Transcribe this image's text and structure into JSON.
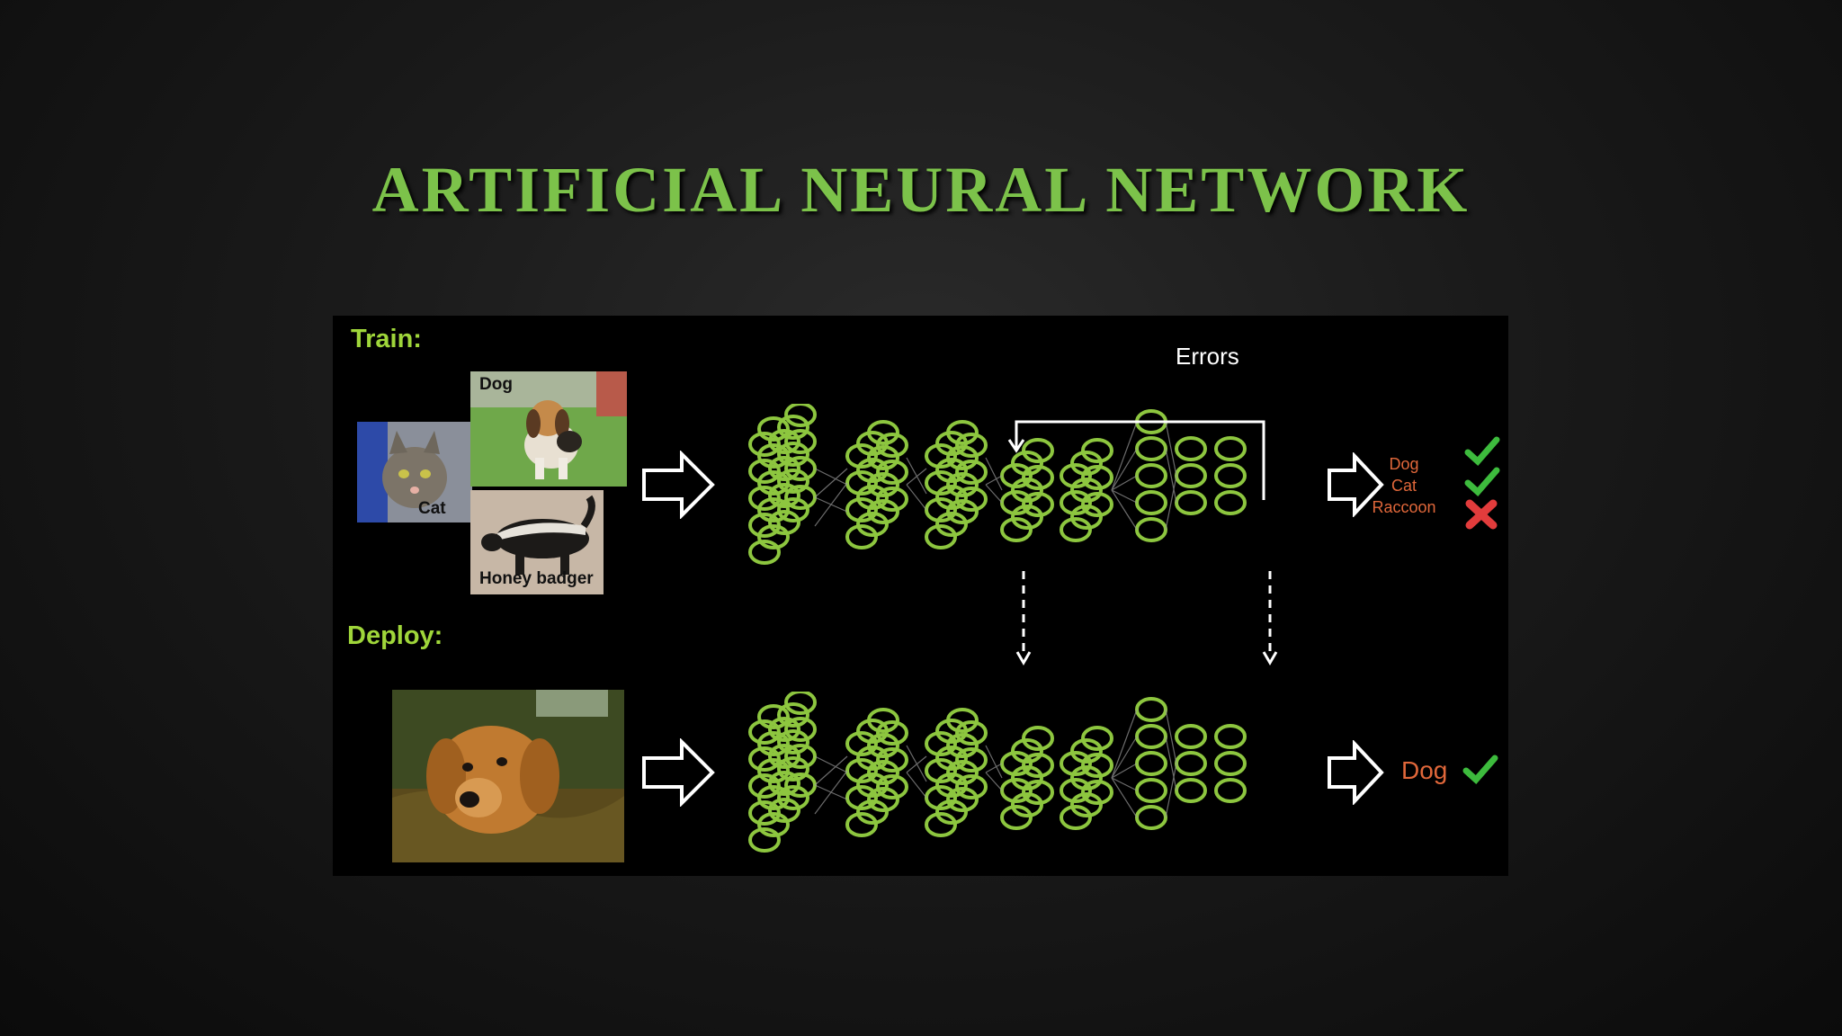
{
  "slide": {
    "title": "ARTIFICIAL NEURAL NETWORK"
  },
  "train": {
    "label": "Train:",
    "images": [
      {
        "caption": "Dog"
      },
      {
        "caption": "Cat"
      },
      {
        "caption": "Honey badger"
      }
    ],
    "errors_label": "Errors",
    "outputs": [
      {
        "text": "Dog",
        "mark": "check-icon"
      },
      {
        "text": "Cat",
        "mark": "check-icon"
      },
      {
        "text": "Raccoon",
        "mark": "cross-icon"
      }
    ]
  },
  "deploy": {
    "label": "Deploy:",
    "output": {
      "text": "Dog",
      "mark": "check-icon"
    }
  },
  "colors": {
    "title": "#7cc24a",
    "label": "#9fd63a",
    "neuron": "#8dc63f",
    "output_text": "#e0673a",
    "check": "#3dbb3d",
    "cross": "#e23c3c"
  }
}
